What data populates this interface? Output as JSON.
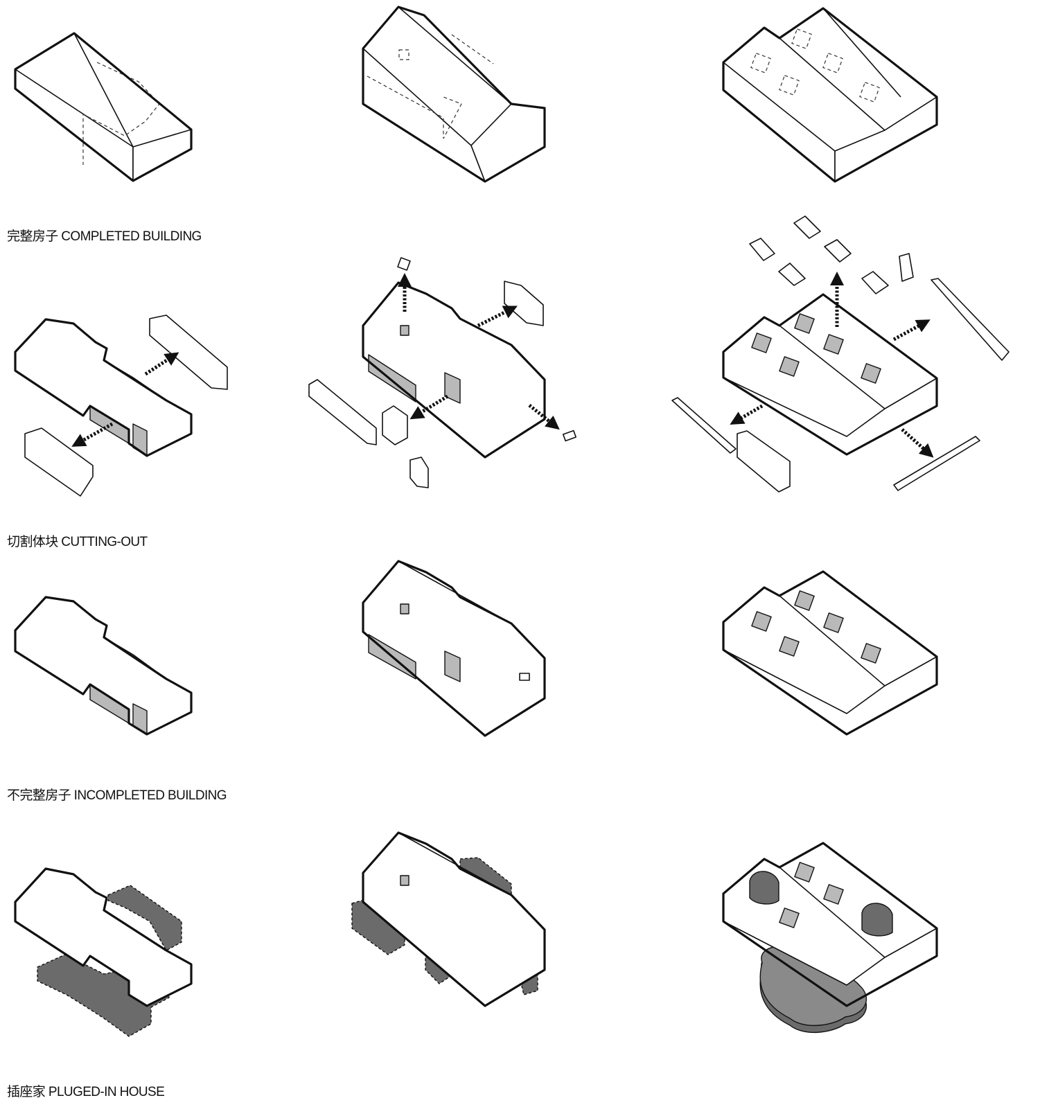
{
  "rows": [
    {
      "label": "完整房子 COMPLETED BUILDING"
    },
    {
      "label": "切割体块 CUTTING-OUT"
    },
    {
      "label": "不完整房子 INCOMPLETED BUILDING"
    },
    {
      "label": "插座家 PLUGED-IN HOUSE"
    }
  ]
}
